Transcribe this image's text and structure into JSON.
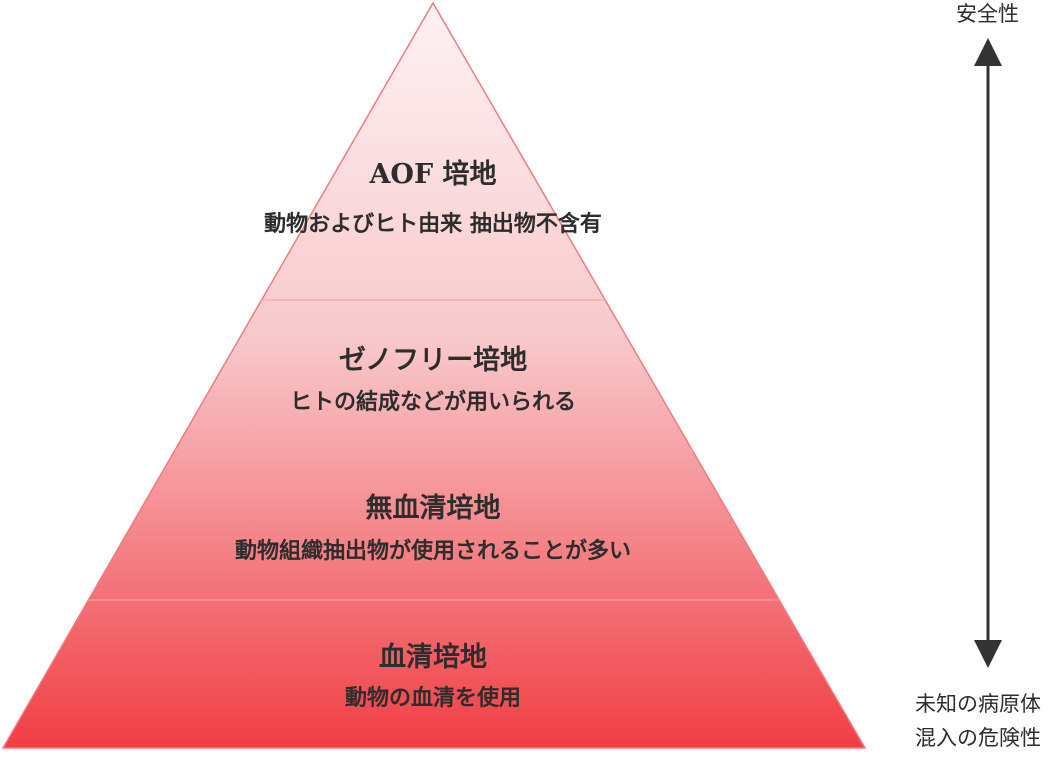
{
  "tiers": [
    {
      "title": "AOF 培地",
      "subtitle": "動物およびヒト由来 抽出物不含有"
    },
    {
      "title": "ゼノフリー培地",
      "subtitle": "ヒトの結成などが用いられる"
    },
    {
      "title": "無血清培地",
      "subtitle": "動物組織抽出物が使用されることが多い"
    },
    {
      "title": "血清培地",
      "subtitle": "動物の血清を使用"
    }
  ],
  "axis": {
    "top_label": "安全性",
    "bottom_label_line1": "未知の病原体",
    "bottom_label_line2": "混入の危険性"
  },
  "colors": {
    "pyramid_top": "#fdf2f3",
    "pyramid_bottom": "#f03e44",
    "pyramid_stroke": "#f07a80",
    "divider": "#f3a5a9",
    "arrow": "#333333"
  }
}
